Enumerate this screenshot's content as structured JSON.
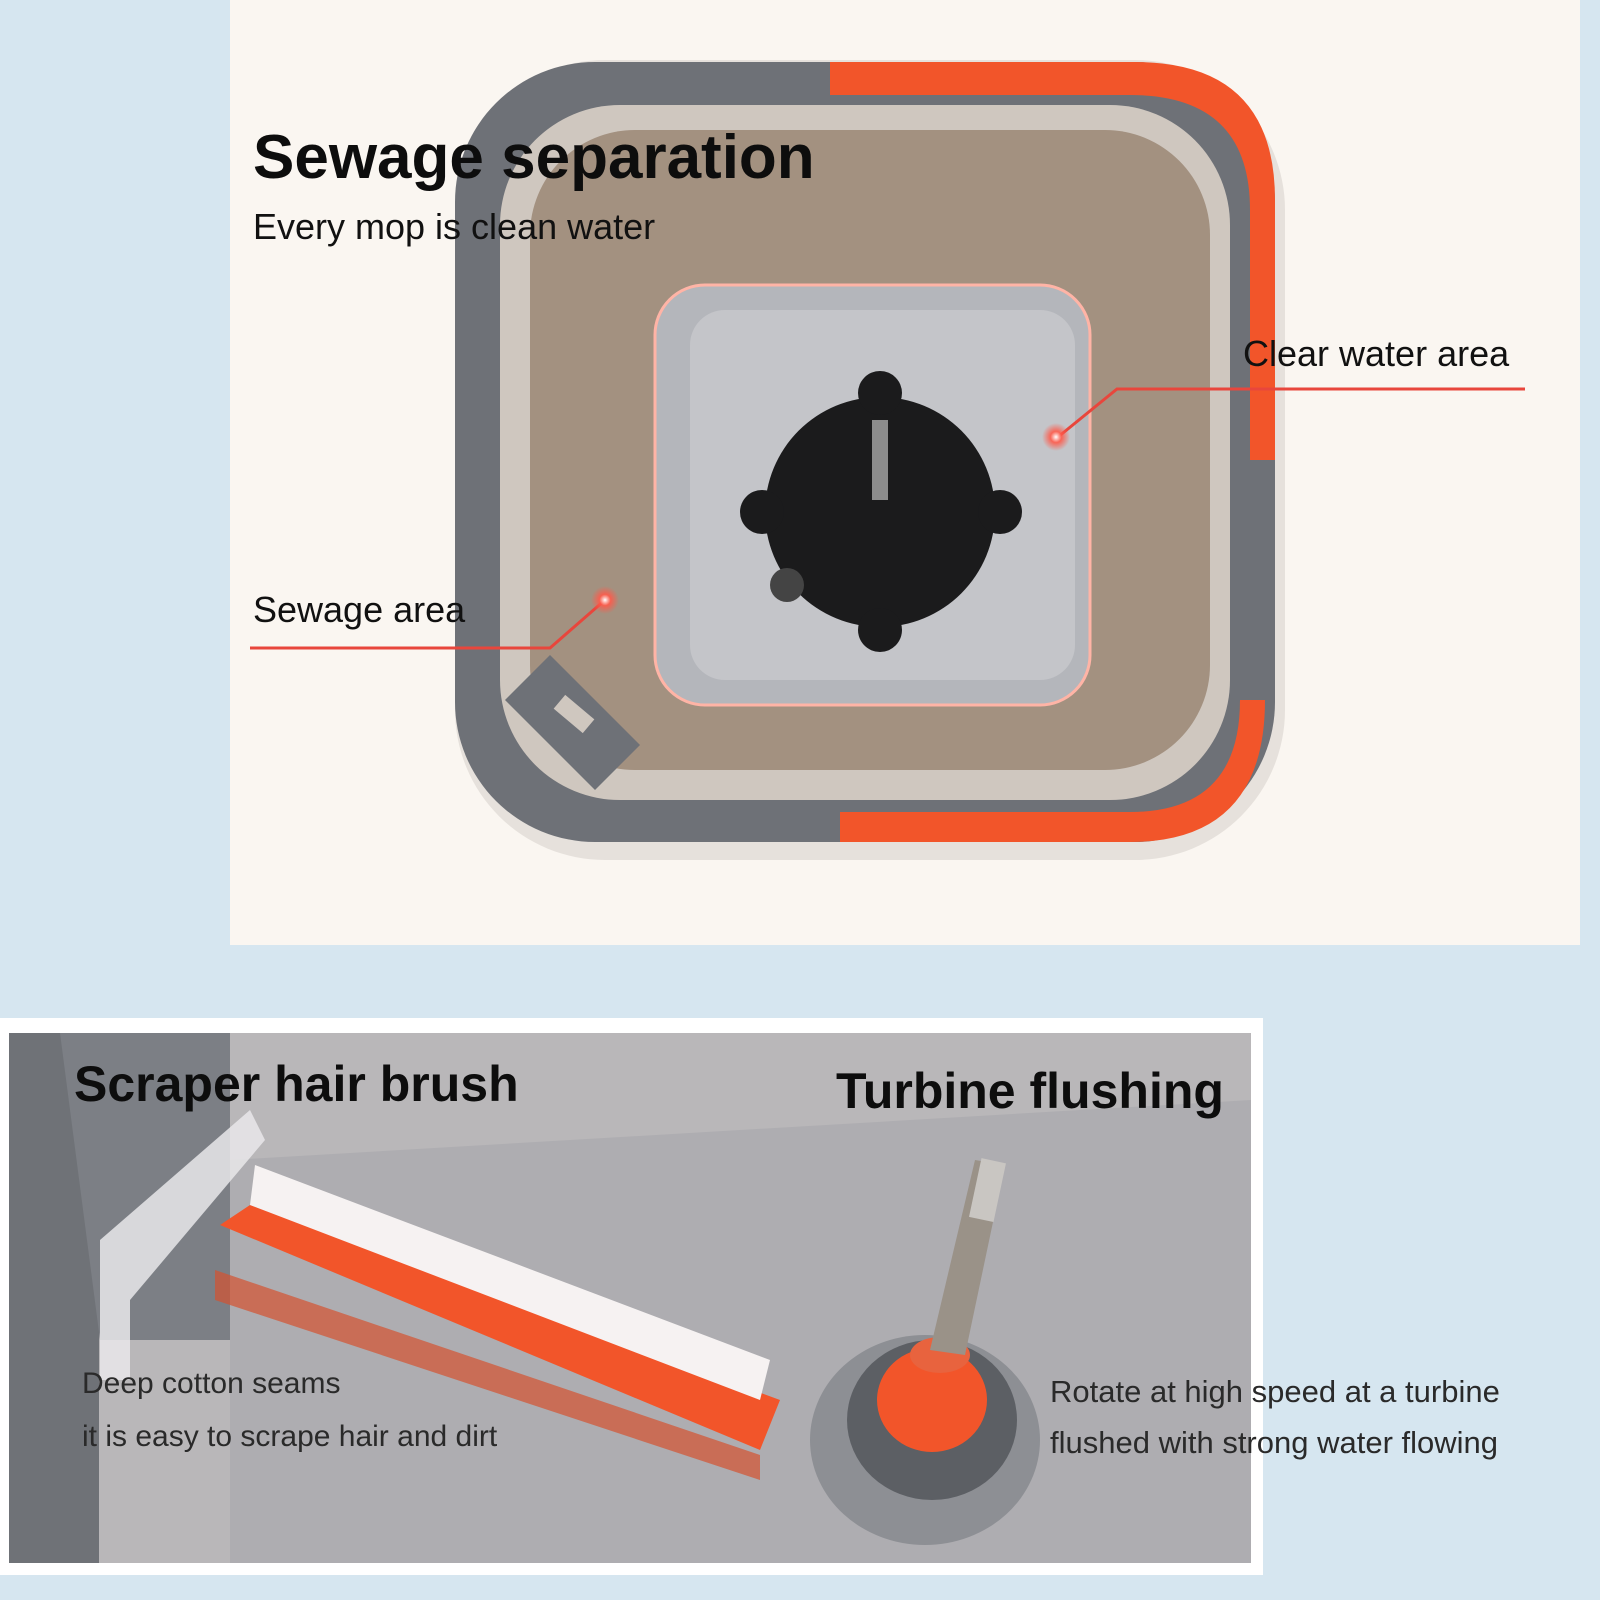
{
  "sewage_section": {
    "title": "Sewage separation",
    "subtitle": "Every mop is clean water",
    "callout_clear": "Clear water area",
    "callout_sewage": "Sewage area"
  },
  "scraper_section": {
    "title": "Scraper hair brush",
    "caption_line1": "Deep cotton seams",
    "caption_line2": "it is easy to scrape hair and dirt"
  },
  "turbine_section": {
    "title": "Turbine flushing",
    "caption_line1": "Rotate at high speed at a turbine",
    "caption_line2": "flushed with strong water flowing"
  },
  "colors": {
    "page_background": "#d6e6f0",
    "accent_orange": "#f2552a",
    "bucket_grey": "#6e7177",
    "callout_red": "#e8463c"
  }
}
